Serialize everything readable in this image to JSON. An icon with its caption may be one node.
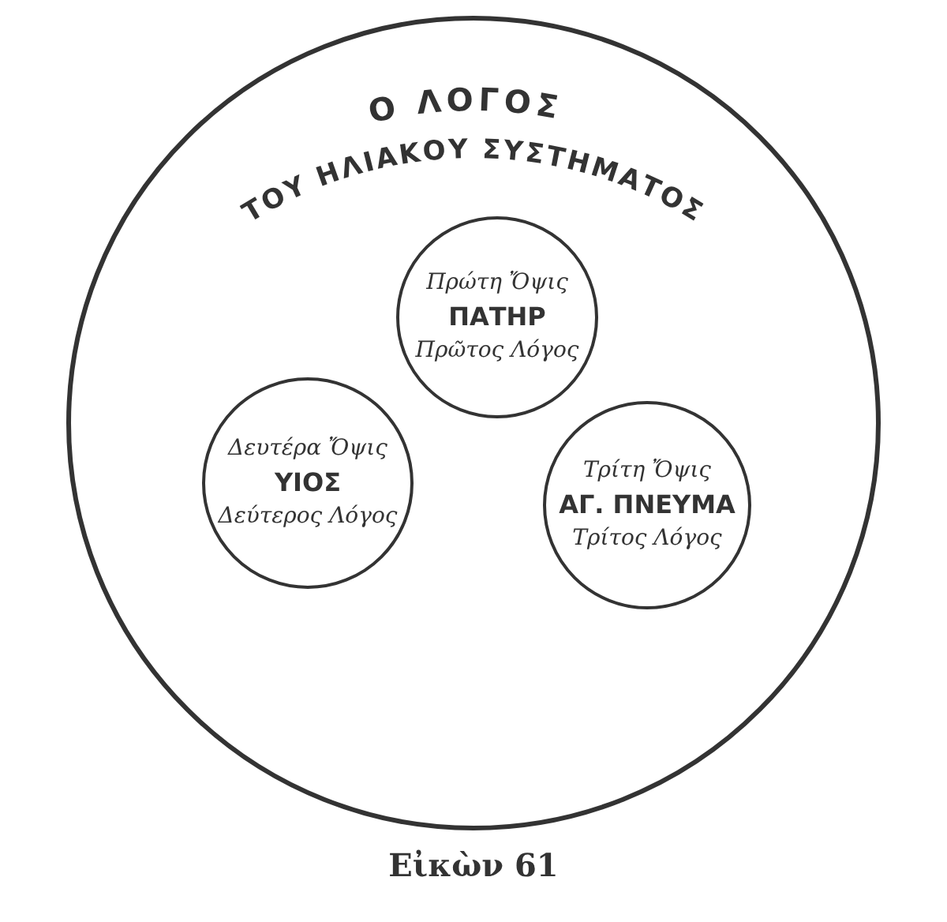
{
  "diagram": {
    "caption": "Εἰκὼν 61",
    "nodes": [
      {
        "text": [
          "Ο ΛΟΓΟΣ ΤΟΥ ΗΛΙΑΚΟΥ ΣΥΣΤΗΜΑΤΟΣ"
        ]
      },
      {
        "text": [
          "Πρώτη Ὄψις",
          "ΠΑΤΗΡ",
          "Πρῶτος Λόγος"
        ],
        "in": 0
      },
      {
        "text": [
          "Δευτέρα Ὄψις",
          "ΥΙΟΣ",
          "Δεύτερος Λόγος"
        ],
        "in": 0
      },
      {
        "text": [
          "Τρίτη Ὄψις",
          "ΑΓ. ΠΝΕΥΜΑ",
          "Τρίτος Λόγος"
        ],
        "in": 0
      }
    ]
  }
}
